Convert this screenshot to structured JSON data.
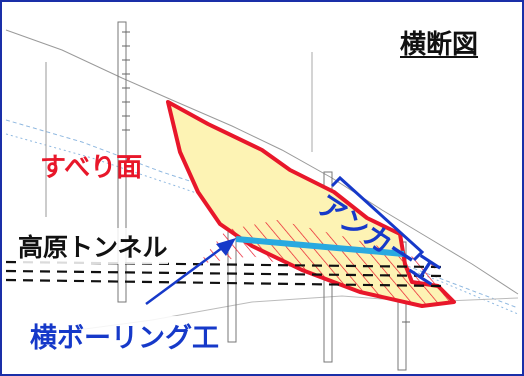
{
  "title": "横断図",
  "labels": {
    "slip_surface": "すべり面",
    "anchor_work": "アンカー工",
    "tunnel": "高原トンネル",
    "horizontal_boring": "横ボーリング工"
  },
  "colors": {
    "frame": "#1a2fa8",
    "slip_outline": "#e8172a",
    "slip_fill": "#fdf3b4",
    "hatch": "#e8172a",
    "boring_bar": "#29a9e0",
    "anchor_label": "#1639c9",
    "tunnel_lines": "#111111"
  }
}
